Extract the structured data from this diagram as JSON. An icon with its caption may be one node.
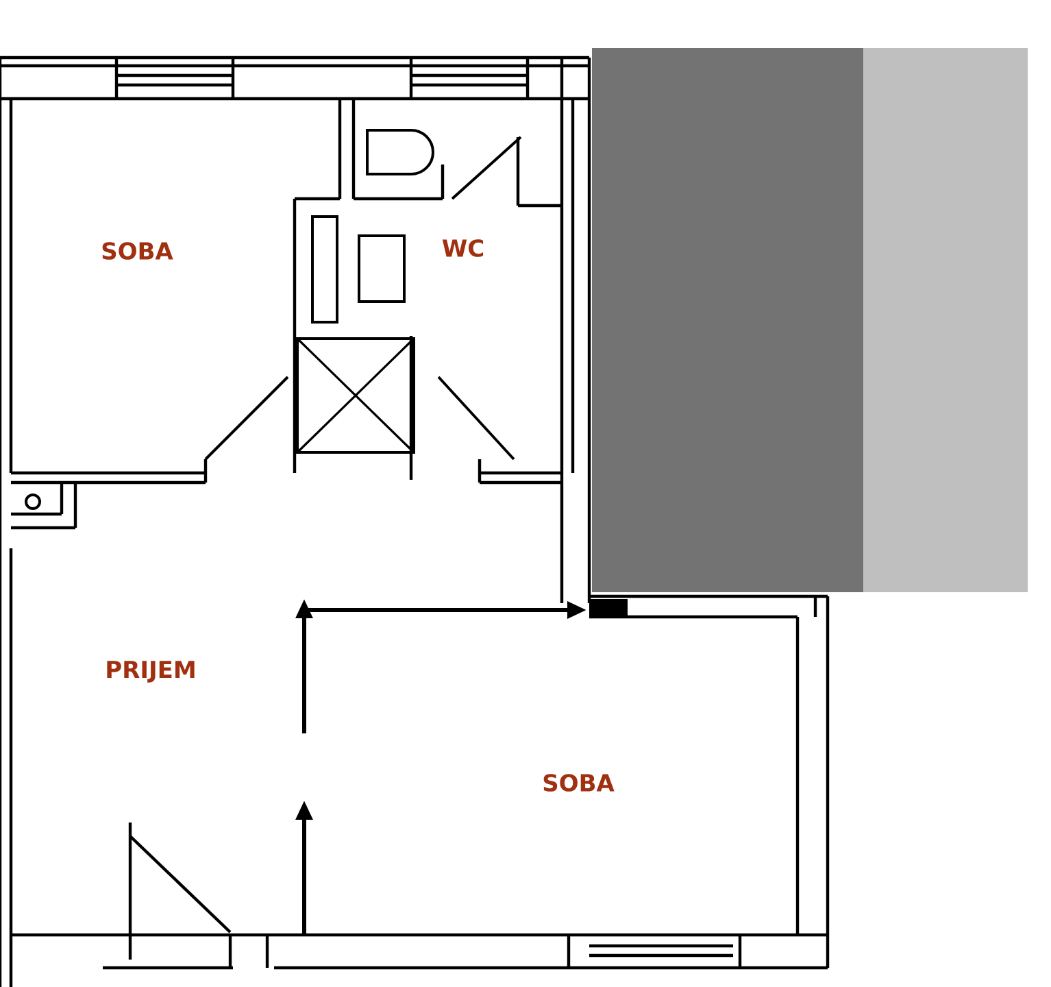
{
  "diagram": {
    "labels": [
      "SOBA",
      "WC",
      "PRIJEM",
      "SOBA"
    ]
  }
}
